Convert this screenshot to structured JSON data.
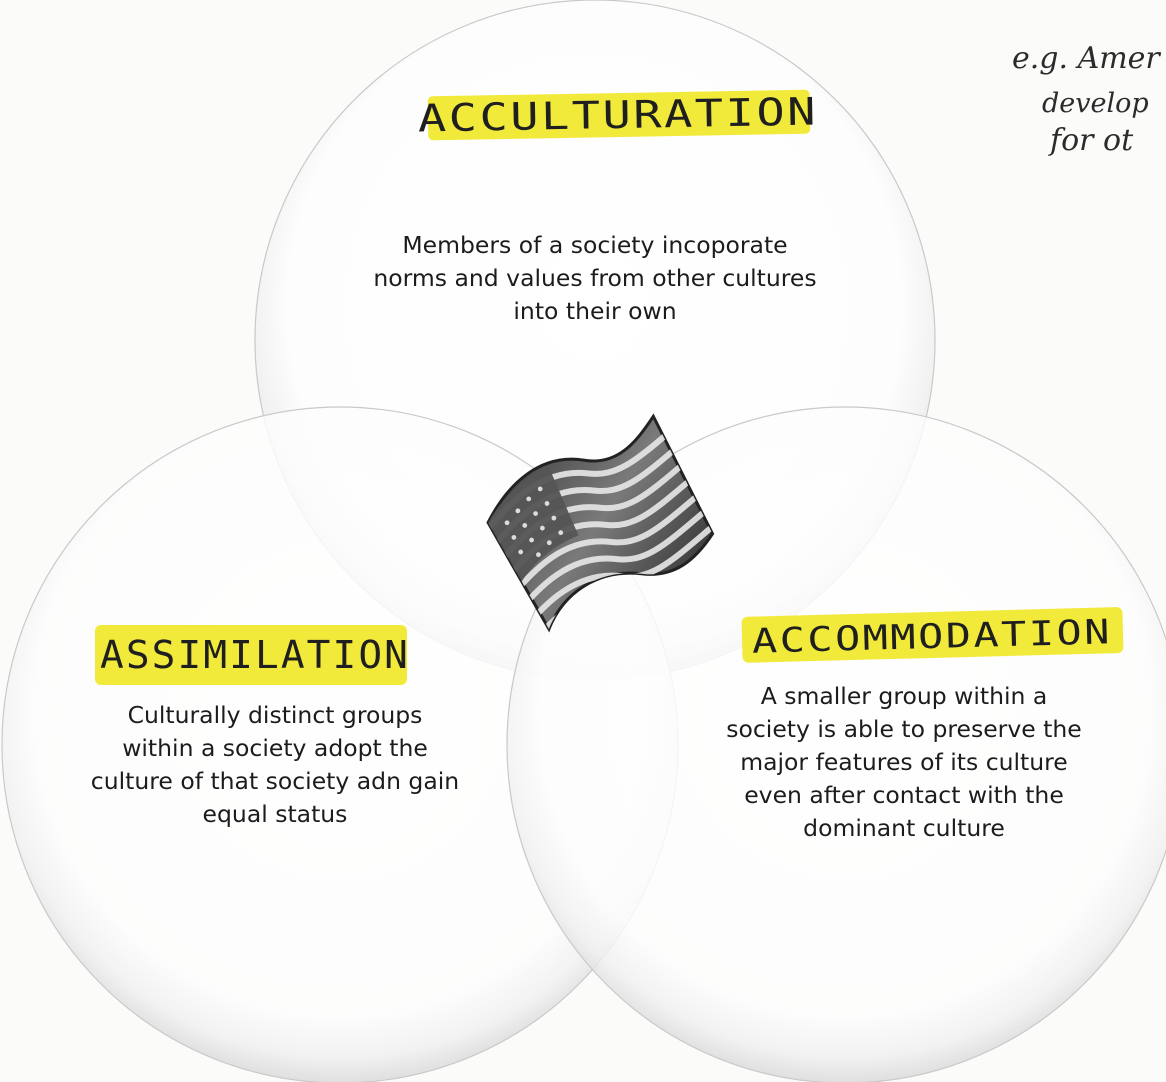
{
  "circles": {
    "acculturation": {
      "title": "ACCULTURATION",
      "lines": [
        "Members of a society incoporate",
        "norms and values from other cultures",
        "into their own"
      ]
    },
    "assimilation": {
      "title": "ASSIMILATION",
      "lines": [
        "Culturally distinct groups",
        "within a society adopt the",
        "culture of that society adn gain",
        "equal status"
      ]
    },
    "accommodation": {
      "title": "ACCOMMODATION",
      "lines": [
        "A smaller group within a",
        "society is able to preserve the",
        "major features of its culture",
        "even after contact with the",
        "dominant culture"
      ]
    }
  },
  "margin_note": {
    "lines": [
      "e.g. Amer",
      "develop",
      "for ot"
    ]
  },
  "colors": {
    "highlight": "#f2ea3a",
    "circle_fill": "#ffffff",
    "circle_shadow": "#d9d9d9",
    "background": "#fbfbfa"
  },
  "center_icon": "american-flag-icon"
}
